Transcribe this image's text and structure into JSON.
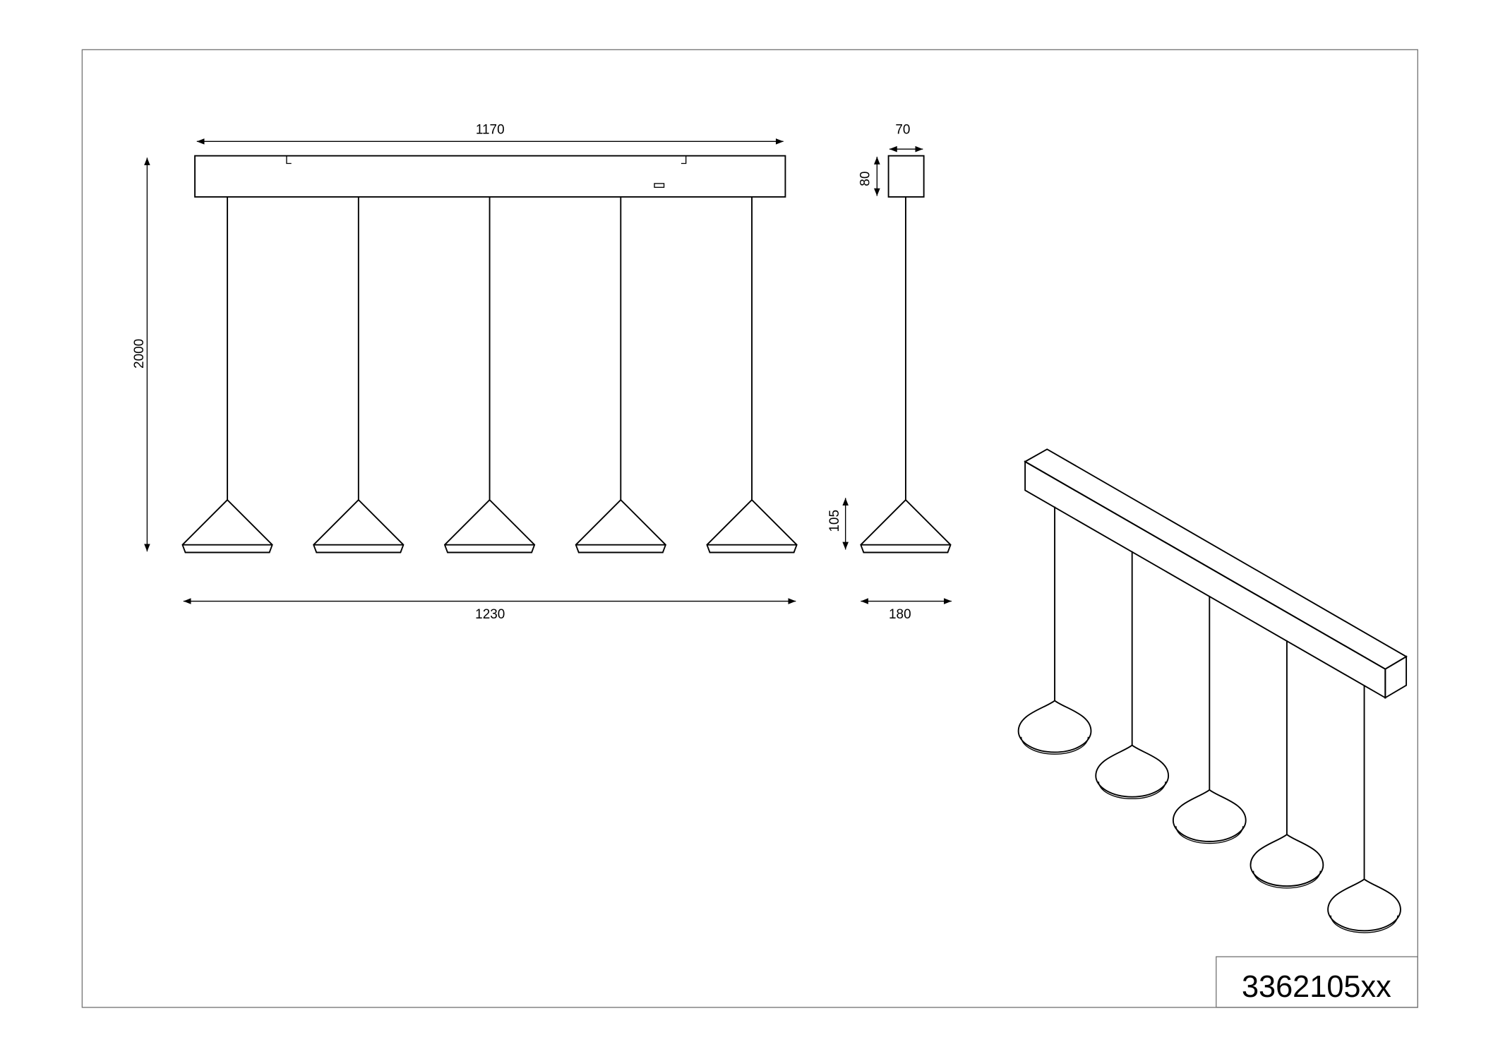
{
  "product_code": "3362105xx",
  "dimensions": {
    "bar_length": "1170",
    "total_height": "2000",
    "overall_width": "1230",
    "bar_depth": "70",
    "bar_height": "80",
    "shade_height": "105",
    "shade_diameter": "180"
  },
  "pendant_count": 5
}
